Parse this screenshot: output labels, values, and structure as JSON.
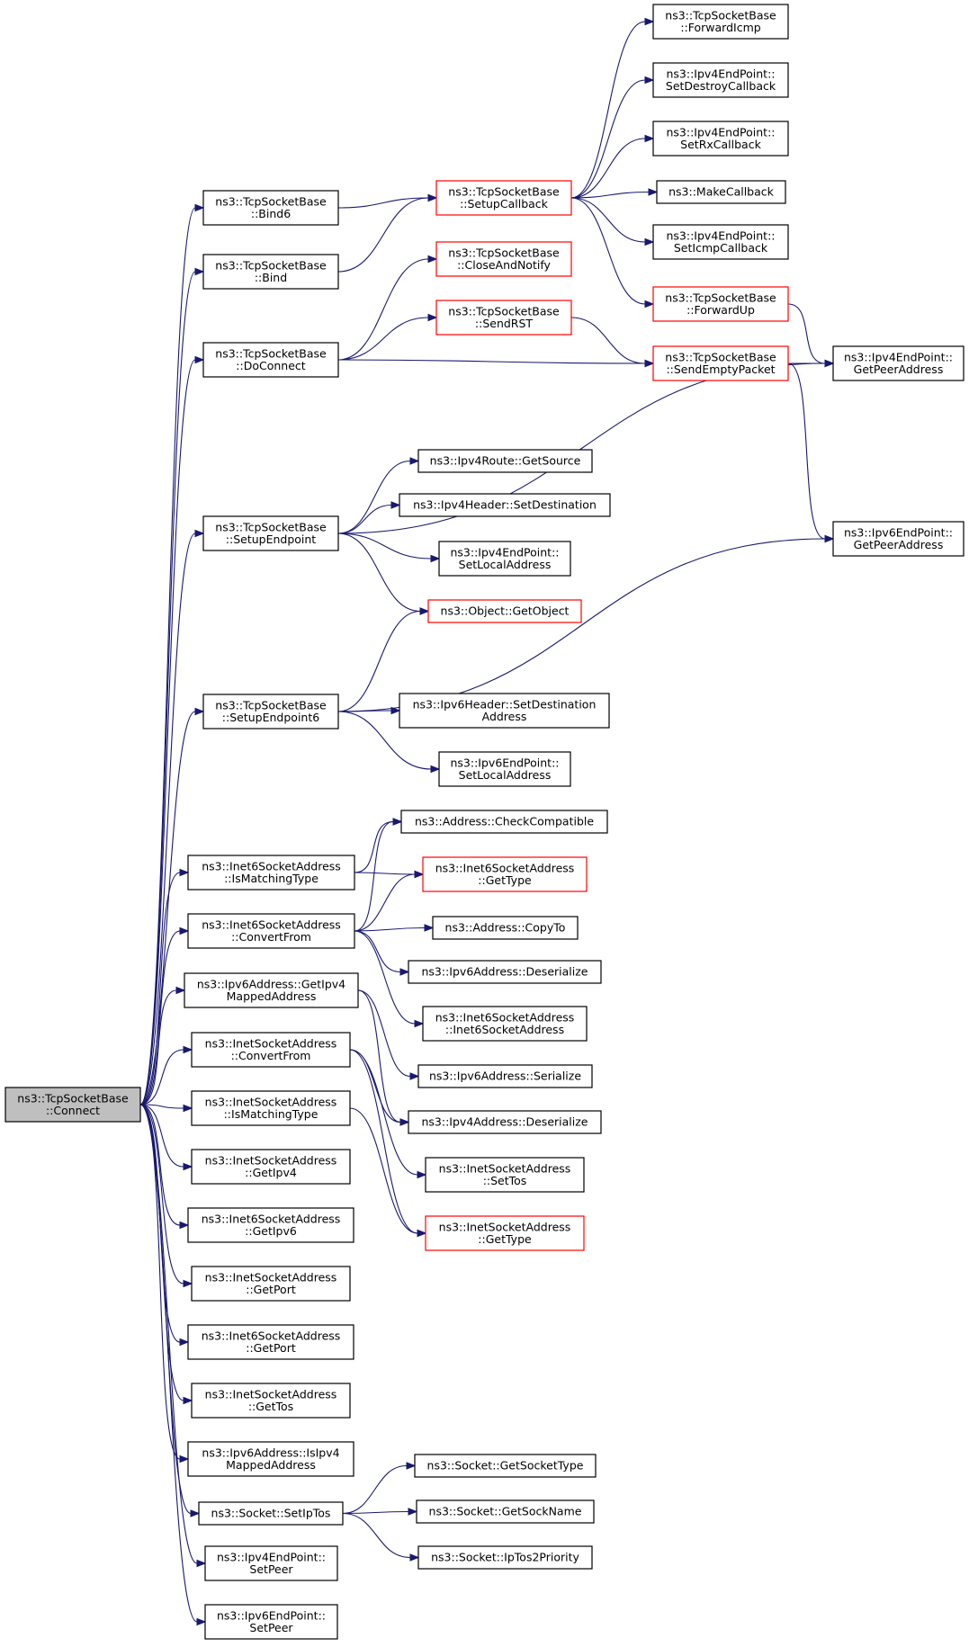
{
  "colors": {
    "edge": "#191970",
    "linked_border": "#ff0000",
    "plain_border": "#000000",
    "root_fill": "#bfbfbf"
  },
  "nodes": [
    {
      "id": "n0",
      "lines": [
        "ns3::TcpSocketBase",
        "::Connect"
      ],
      "style": "root"
    },
    {
      "id": "n1",
      "lines": [
        "ns3::TcpSocketBase",
        "::Bind6"
      ],
      "style": "plain"
    },
    {
      "id": "n2",
      "lines": [
        "ns3::TcpSocketBase",
        "::Bind"
      ],
      "style": "plain"
    },
    {
      "id": "n3",
      "lines": [
        "ns3::TcpSocketBase",
        "::DoConnect"
      ],
      "style": "plain"
    },
    {
      "id": "n4",
      "lines": [
        "ns3::TcpSocketBase",
        "::SetupEndpoint"
      ],
      "style": "plain"
    },
    {
      "id": "n5",
      "lines": [
        "ns3::TcpSocketBase",
        "::SetupEndpoint6"
      ],
      "style": "plain"
    },
    {
      "id": "n6",
      "lines": [
        "ns3::Inet6SocketAddress",
        "::IsMatchingType"
      ],
      "style": "plain"
    },
    {
      "id": "n7",
      "lines": [
        "ns3::Inet6SocketAddress",
        "::ConvertFrom"
      ],
      "style": "plain"
    },
    {
      "id": "n8",
      "lines": [
        "ns3::Ipv6Address::GetIpv4",
        "MappedAddress"
      ],
      "style": "plain"
    },
    {
      "id": "n9",
      "lines": [
        "ns3::InetSocketAddress",
        "::ConvertFrom"
      ],
      "style": "plain"
    },
    {
      "id": "n10",
      "lines": [
        "ns3::InetSocketAddress",
        "::IsMatchingType"
      ],
      "style": "plain"
    },
    {
      "id": "n11",
      "lines": [
        "ns3::InetSocketAddress",
        "::GetIpv4"
      ],
      "style": "plain"
    },
    {
      "id": "n12",
      "lines": [
        "ns3::Inet6SocketAddress",
        "::GetIpv6"
      ],
      "style": "plain"
    },
    {
      "id": "n13",
      "lines": [
        "ns3::InetSocketAddress",
        "::GetPort"
      ],
      "style": "plain"
    },
    {
      "id": "n14",
      "lines": [
        "ns3::Inet6SocketAddress",
        "::GetPort"
      ],
      "style": "plain"
    },
    {
      "id": "n15",
      "lines": [
        "ns3::InetSocketAddress",
        "::GetTos"
      ],
      "style": "plain"
    },
    {
      "id": "n16",
      "lines": [
        "ns3::Ipv6Address::IsIpv4",
        "MappedAddress"
      ],
      "style": "plain"
    },
    {
      "id": "n17",
      "lines": [
        "ns3::Socket::SetIpTos"
      ],
      "style": "plain"
    },
    {
      "id": "n18",
      "lines": [
        "ns3::Ipv4EndPoint::",
        "SetPeer"
      ],
      "style": "plain"
    },
    {
      "id": "n19",
      "lines": [
        "ns3::Ipv6EndPoint::",
        "SetPeer"
      ],
      "style": "plain"
    },
    {
      "id": "n20",
      "lines": [
        "ns3::TcpSocketBase",
        "::SetupCallback"
      ],
      "style": "linked"
    },
    {
      "id": "n21",
      "lines": [
        "ns3::TcpSocketBase",
        "::CloseAndNotify"
      ],
      "style": "linked"
    },
    {
      "id": "n22",
      "lines": [
        "ns3::TcpSocketBase",
        "::SendRST"
      ],
      "style": "linked"
    },
    {
      "id": "n23",
      "lines": [
        "ns3::Ipv4Route::GetSource"
      ],
      "style": "plain"
    },
    {
      "id": "n24",
      "lines": [
        "ns3::Ipv4Header::SetDestination"
      ],
      "style": "plain"
    },
    {
      "id": "n25",
      "lines": [
        "ns3::Ipv4EndPoint::",
        "SetLocalAddress"
      ],
      "style": "plain"
    },
    {
      "id": "n26",
      "lines": [
        "ns3::Object::GetObject"
      ],
      "style": "linked"
    },
    {
      "id": "n27",
      "lines": [
        "ns3::Ipv6Header::SetDestination",
        "Address"
      ],
      "style": "plain"
    },
    {
      "id": "n28",
      "lines": [
        "ns3::Ipv6EndPoint::",
        "SetLocalAddress"
      ],
      "style": "plain"
    },
    {
      "id": "n29",
      "lines": [
        "ns3::Address::CheckCompatible"
      ],
      "style": "plain"
    },
    {
      "id": "n30",
      "lines": [
        "ns3::Inet6SocketAddress",
        "::GetType"
      ],
      "style": "linked"
    },
    {
      "id": "n31",
      "lines": [
        "ns3::Address::CopyTo"
      ],
      "style": "plain"
    },
    {
      "id": "n32",
      "lines": [
        "ns3::Ipv6Address::Deserialize"
      ],
      "style": "plain"
    },
    {
      "id": "n33",
      "lines": [
        "ns3::Inet6SocketAddress",
        "::Inet6SocketAddress"
      ],
      "style": "plain"
    },
    {
      "id": "n34",
      "lines": [
        "ns3::Ipv6Address::Serialize"
      ],
      "style": "plain"
    },
    {
      "id": "n35",
      "lines": [
        "ns3::Ipv4Address::Deserialize"
      ],
      "style": "plain"
    },
    {
      "id": "n36",
      "lines": [
        "ns3::InetSocketAddress",
        "::SetTos"
      ],
      "style": "plain"
    },
    {
      "id": "n37",
      "lines": [
        "ns3::InetSocketAddress",
        "::GetType"
      ],
      "style": "linked"
    },
    {
      "id": "n38",
      "lines": [
        "ns3::Socket::GetSocketType"
      ],
      "style": "plain"
    },
    {
      "id": "n39",
      "lines": [
        "ns3::Socket::GetSockName"
      ],
      "style": "plain"
    },
    {
      "id": "n40",
      "lines": [
        "ns3::Socket::IpTos2Priority"
      ],
      "style": "plain"
    },
    {
      "id": "n41",
      "lines": [
        "ns3::TcpSocketBase",
        "::ForwardIcmp"
      ],
      "style": "plain"
    },
    {
      "id": "n42",
      "lines": [
        "ns3::Ipv4EndPoint::",
        "SetDestroyCallback"
      ],
      "style": "plain"
    },
    {
      "id": "n43",
      "lines": [
        "ns3::Ipv4EndPoint::",
        "SetRxCallback"
      ],
      "style": "plain"
    },
    {
      "id": "n44",
      "lines": [
        "ns3::MakeCallback"
      ],
      "style": "plain"
    },
    {
      "id": "n45",
      "lines": [
        "ns3::Ipv4EndPoint::",
        "SetIcmpCallback"
      ],
      "style": "plain"
    },
    {
      "id": "n46",
      "lines": [
        "ns3::TcpSocketBase",
        "::ForwardUp"
      ],
      "style": "linked"
    },
    {
      "id": "n47",
      "lines": [
        "ns3::TcpSocketBase",
        "::SendEmptyPacket"
      ],
      "style": "linked"
    },
    {
      "id": "n48",
      "lines": [
        "ns3::Ipv4EndPoint::",
        "GetPeerAddress"
      ],
      "style": "plain"
    },
    {
      "id": "n49",
      "lines": [
        "ns3::Ipv6EndPoint::",
        "GetPeerAddress"
      ],
      "style": "plain"
    }
  ],
  "edges": [
    [
      "n0",
      "n1"
    ],
    [
      "n0",
      "n2"
    ],
    [
      "n0",
      "n3"
    ],
    [
      "n0",
      "n4"
    ],
    [
      "n0",
      "n5"
    ],
    [
      "n0",
      "n6"
    ],
    [
      "n0",
      "n7"
    ],
    [
      "n0",
      "n8"
    ],
    [
      "n0",
      "n9"
    ],
    [
      "n0",
      "n10"
    ],
    [
      "n0",
      "n11"
    ],
    [
      "n0",
      "n12"
    ],
    [
      "n0",
      "n13"
    ],
    [
      "n0",
      "n14"
    ],
    [
      "n0",
      "n15"
    ],
    [
      "n0",
      "n16"
    ],
    [
      "n0",
      "n17"
    ],
    [
      "n0",
      "n18"
    ],
    [
      "n0",
      "n19"
    ],
    [
      "n1",
      "n20"
    ],
    [
      "n2",
      "n20"
    ],
    [
      "n3",
      "n21"
    ],
    [
      "n3",
      "n22"
    ],
    [
      "n3",
      "n47"
    ],
    [
      "n22",
      "n47"
    ],
    [
      "n4",
      "n48"
    ],
    [
      "n4",
      "n23"
    ],
    [
      "n4",
      "n24"
    ],
    [
      "n4",
      "n25"
    ],
    [
      "n4",
      "n26"
    ],
    [
      "n5",
      "n26"
    ],
    [
      "n5",
      "n49"
    ],
    [
      "n5",
      "n27"
    ],
    [
      "n5",
      "n28"
    ],
    [
      "n6",
      "n29"
    ],
    [
      "n6",
      "n30"
    ],
    [
      "n7",
      "n29"
    ],
    [
      "n7",
      "n30"
    ],
    [
      "n7",
      "n31"
    ],
    [
      "n7",
      "n32"
    ],
    [
      "n7",
      "n33"
    ],
    [
      "n8",
      "n34"
    ],
    [
      "n8",
      "n35"
    ],
    [
      "n9",
      "n35"
    ],
    [
      "n9",
      "n36"
    ],
    [
      "n9",
      "n37"
    ],
    [
      "n10",
      "n37"
    ],
    [
      "n17",
      "n38"
    ],
    [
      "n17",
      "n39"
    ],
    [
      "n17",
      "n40"
    ],
    [
      "n20",
      "n41"
    ],
    [
      "n20",
      "n42"
    ],
    [
      "n20",
      "n43"
    ],
    [
      "n20",
      "n44"
    ],
    [
      "n20",
      "n45"
    ],
    [
      "n20",
      "n46"
    ],
    [
      "n46",
      "n48"
    ],
    [
      "n47",
      "n48"
    ],
    [
      "n47",
      "n49"
    ]
  ]
}
